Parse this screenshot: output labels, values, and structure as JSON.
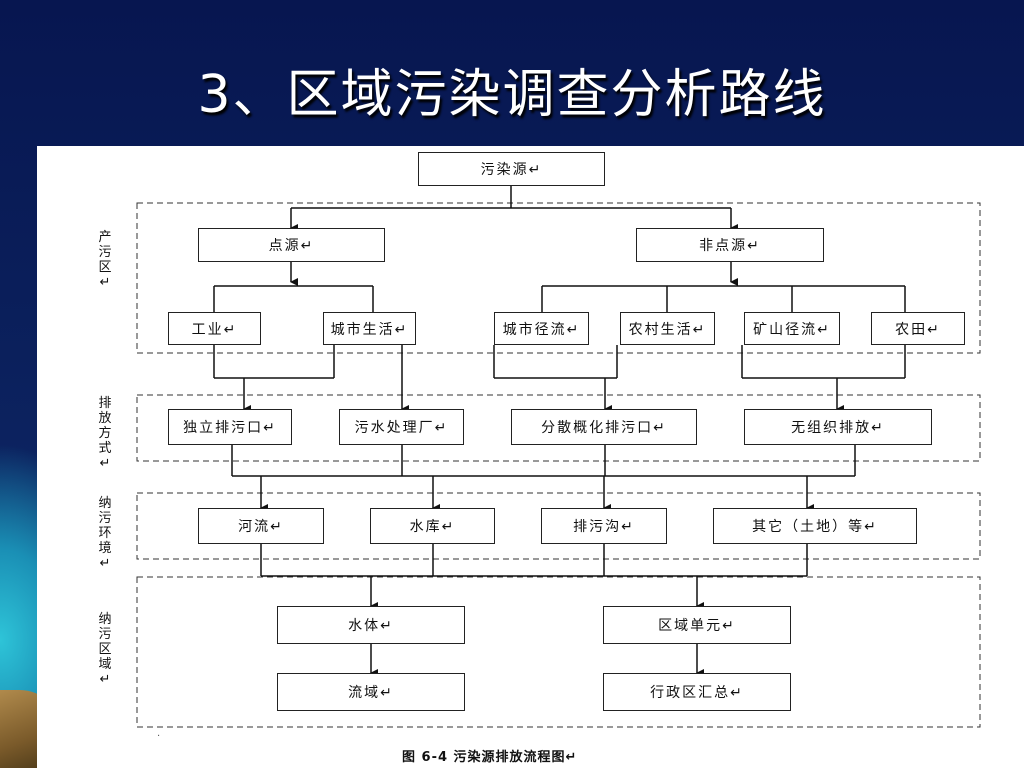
{
  "slide": {
    "title": "3、区域污染调查分析路线"
  },
  "diagram": {
    "root": "污染源↵",
    "sections": {
      "source": "产污区↵",
      "discharge": "排放方式↵",
      "receiving_env": "纳污环境↵",
      "receiving_area": "纳污区域↵"
    },
    "level1": [
      "点源↵",
      "非点源↵"
    ],
    "level2": [
      "工业↵",
      "城市生活↵",
      "城市径流↵",
      "农村生活↵",
      "矿山径流↵",
      "农田↵"
    ],
    "level3": [
      "独立排污口↵",
      "污水处理厂↵",
      "分散概化排污口↵",
      "无组织排放↵"
    ],
    "level4": [
      "河流↵",
      "水库↵",
      "排污沟↵",
      "其它（土地）等↵"
    ],
    "level5": [
      "水体↵",
      "区域单元↵"
    ],
    "level6": [
      "流域↵",
      "行政区汇总↵"
    ],
    "caption": "图 6-4  污染源排放流程图↵",
    "stray_mark": "·"
  }
}
